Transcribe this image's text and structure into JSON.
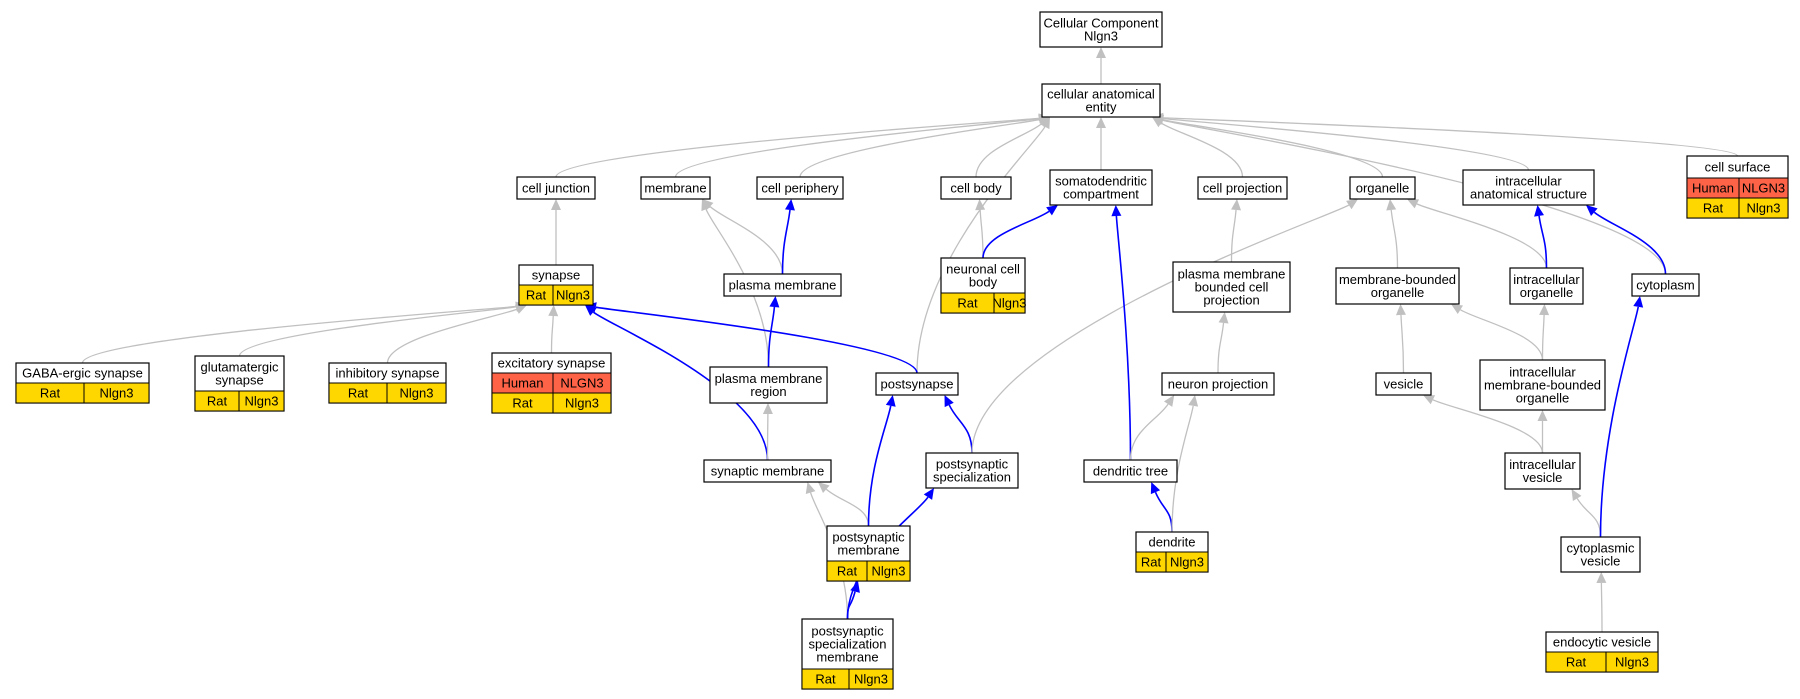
{
  "nodes": {
    "cellular_component": {
      "lines": [
        "Cellular Component",
        "Nlgn3"
      ]
    },
    "cae": {
      "lines": [
        "cellular anatomical",
        "entity"
      ]
    },
    "cell_junction": {
      "lines": [
        "cell junction"
      ]
    },
    "membrane": {
      "lines": [
        "membrane"
      ]
    },
    "cell_periphery": {
      "lines": [
        "cell periphery"
      ]
    },
    "cell_body": {
      "lines": [
        "cell body"
      ]
    },
    "somatodendritic": {
      "lines": [
        "somatodendritic",
        "compartment"
      ]
    },
    "cell_projection": {
      "lines": [
        "cell projection"
      ]
    },
    "organelle": {
      "lines": [
        "organelle"
      ]
    },
    "intracellular_anat": {
      "lines": [
        "intracellular",
        "anatomical structure"
      ]
    },
    "cell_surface": {
      "lines": [
        "cell surface"
      ],
      "rows": [
        [
          "Human",
          "NLGN3"
        ],
        [
          "Rat",
          "Nlgn3"
        ]
      ]
    },
    "synapse": {
      "lines": [
        "synapse"
      ],
      "rows": [
        [
          "Rat",
          "Nlgn3"
        ]
      ]
    },
    "plasma_membrane": {
      "lines": [
        "plasma membrane"
      ]
    },
    "neuronal_cell_body": {
      "lines": [
        "neuronal cell",
        "body"
      ],
      "rows": [
        [
          "Rat",
          "Nlgn3"
        ]
      ]
    },
    "pm_bounded_projection": {
      "lines": [
        "plasma membrane",
        "bounded cell",
        "projection"
      ]
    },
    "membrane_bounded_organelle": {
      "lines": [
        "membrane-bounded",
        "organelle"
      ]
    },
    "intracellular_organelle": {
      "lines": [
        "intracellular",
        "organelle"
      ]
    },
    "cytoplasm": {
      "lines": [
        "cytoplasm"
      ]
    },
    "gaba_synapse": {
      "lines": [
        "GABA-ergic synapse"
      ],
      "rows": [
        [
          "Rat",
          "Nlgn3"
        ]
      ]
    },
    "glutamatergic_synapse": {
      "lines": [
        "glutamatergic",
        "synapse"
      ],
      "rows": [
        [
          "Rat",
          "Nlgn3"
        ]
      ]
    },
    "inhibitory_synapse": {
      "lines": [
        "inhibitory synapse"
      ],
      "rows": [
        [
          "Rat",
          "Nlgn3"
        ]
      ]
    },
    "excitatory_synapse": {
      "lines": [
        "excitatory synapse"
      ],
      "rows": [
        [
          "Human",
          "NLGN3"
        ],
        [
          "Rat",
          "Nlgn3"
        ]
      ]
    },
    "pm_region": {
      "lines": [
        "plasma membrane",
        "region"
      ]
    },
    "postsynapse": {
      "lines": [
        "postsynapse"
      ]
    },
    "neuron_projection": {
      "lines": [
        "neuron projection"
      ]
    },
    "vesicle": {
      "lines": [
        "vesicle"
      ]
    },
    "intracellular_mbo": {
      "lines": [
        "intracellular",
        "membrane-bounded",
        "organelle"
      ]
    },
    "synaptic_membrane": {
      "lines": [
        "synaptic membrane"
      ]
    },
    "postsynaptic_specialization": {
      "lines": [
        "postsynaptic",
        "specialization"
      ]
    },
    "dendritic_tree": {
      "lines": [
        "dendritic tree"
      ]
    },
    "intracellular_vesicle": {
      "lines": [
        "intracellular",
        "vesicle"
      ]
    },
    "postsynaptic_membrane": {
      "lines": [
        "postsynaptic",
        "membrane"
      ],
      "rows": [
        [
          "Rat",
          "Nlgn3"
        ]
      ]
    },
    "dendrite": {
      "lines": [
        "dendrite"
      ],
      "rows": [
        [
          "Rat",
          "Nlgn3"
        ]
      ]
    },
    "cytoplasmic_vesicle": {
      "lines": [
        "cytoplasmic",
        "vesicle"
      ]
    },
    "psd_membrane": {
      "lines": [
        "postsynaptic",
        "specialization",
        "membrane"
      ],
      "rows": [
        [
          "Rat",
          "Nlgn3"
        ]
      ]
    },
    "endocytic_vesicle": {
      "lines": [
        "endocytic vesicle"
      ],
      "rows": [
        [
          "Rat",
          "Nlgn3"
        ]
      ]
    }
  },
  "edges": [
    {
      "from": "cae",
      "to": "cellular_component",
      "color": "gray"
    },
    {
      "from": "cell_junction",
      "to": "cae",
      "color": "gray"
    },
    {
      "from": "membrane",
      "to": "cae",
      "color": "gray"
    },
    {
      "from": "cell_periphery",
      "to": "cae",
      "color": "gray"
    },
    {
      "from": "cell_body",
      "to": "cae",
      "color": "gray"
    },
    {
      "from": "somatodendritic",
      "to": "cae",
      "color": "gray"
    },
    {
      "from": "cell_projection",
      "to": "cae",
      "color": "gray"
    },
    {
      "from": "organelle",
      "to": "cae",
      "color": "gray"
    },
    {
      "from": "intracellular_anat",
      "to": "cae",
      "color": "gray"
    },
    {
      "from": "cell_surface",
      "to": "cae",
      "color": "gray"
    },
    {
      "from": "cytoplasm",
      "to": "cae",
      "color": "gray"
    },
    {
      "from": "postsynapse",
      "to": "cae",
      "color": "gray"
    },
    {
      "from": "synapse",
      "to": "cell_junction",
      "color": "gray"
    },
    {
      "from": "plasma_membrane",
      "to": "membrane",
      "color": "gray"
    },
    {
      "from": "plasma_membrane",
      "to": "cell_periphery",
      "color": "blue"
    },
    {
      "from": "neuronal_cell_body",
      "to": "cell_body",
      "color": "gray"
    },
    {
      "from": "neuronal_cell_body",
      "to": "somatodendritic",
      "color": "blue"
    },
    {
      "from": "pm_bounded_projection",
      "to": "cell_projection",
      "color": "gray"
    },
    {
      "from": "membrane_bounded_organelle",
      "to": "organelle",
      "color": "gray"
    },
    {
      "from": "intracellular_organelle",
      "to": "organelle",
      "color": "gray"
    },
    {
      "from": "intracellular_organelle",
      "to": "intracellular_anat",
      "color": "blue"
    },
    {
      "from": "cytoplasm",
      "to": "intracellular_anat",
      "color": "blue"
    },
    {
      "from": "gaba_synapse",
      "to": "synapse",
      "color": "gray"
    },
    {
      "from": "glutamatergic_synapse",
      "to": "synapse",
      "color": "gray"
    },
    {
      "from": "inhibitory_synapse",
      "to": "synapse",
      "color": "gray"
    },
    {
      "from": "excitatory_synapse",
      "to": "synapse",
      "color": "gray"
    },
    {
      "from": "pm_region",
      "to": "membrane",
      "color": "gray"
    },
    {
      "from": "pm_region",
      "to": "plasma_membrane",
      "color": "blue"
    },
    {
      "from": "postsynapse",
      "to": "synapse",
      "color": "blue"
    },
    {
      "from": "synaptic_membrane",
      "to": "synapse",
      "color": "blue"
    },
    {
      "from": "neuron_projection",
      "to": "pm_bounded_projection",
      "color": "gray"
    },
    {
      "from": "vesicle",
      "to": "membrane_bounded_organelle",
      "color": "gray"
    },
    {
      "from": "intracellular_mbo",
      "to": "membrane_bounded_organelle",
      "color": "gray"
    },
    {
      "from": "intracellular_mbo",
      "to": "intracellular_organelle",
      "color": "gray"
    },
    {
      "from": "synaptic_membrane",
      "to": "pm_region",
      "color": "gray"
    },
    {
      "from": "postsynaptic_specialization",
      "to": "postsynapse",
      "color": "blue"
    },
    {
      "from": "postsynaptic_specialization",
      "to": "organelle",
      "color": "gray"
    },
    {
      "from": "dendritic_tree",
      "to": "somatodendritic",
      "color": "blue"
    },
    {
      "from": "dendritic_tree",
      "to": "neuron_projection",
      "color": "gray"
    },
    {
      "from": "intracellular_vesicle",
      "to": "vesicle",
      "color": "gray"
    },
    {
      "from": "intracellular_vesicle",
      "to": "intracellular_mbo",
      "color": "gray"
    },
    {
      "from": "postsynaptic_membrane",
      "to": "synaptic_membrane",
      "color": "gray"
    },
    {
      "from": "postsynaptic_membrane",
      "to": "postsynapse",
      "color": "blue"
    },
    {
      "from": "dendrite",
      "to": "dendritic_tree",
      "color": "blue"
    },
    {
      "from": "dendrite",
      "to": "neuron_projection",
      "color": "gray"
    },
    {
      "from": "cytoplasmic_vesicle",
      "to": "intracellular_vesicle",
      "color": "gray"
    },
    {
      "from": "cytoplasmic_vesicle",
      "to": "cytoplasm",
      "color": "blue"
    },
    {
      "from": "psd_membrane",
      "to": "synaptic_membrane",
      "color": "gray"
    },
    {
      "from": "psd_membrane",
      "to": "postsynaptic_membrane",
      "color": "blue"
    },
    {
      "from": "psd_membrane",
      "to": "postsynaptic_specialization",
      "color": "blue"
    },
    {
      "from": "endocytic_vesicle",
      "to": "cytoplasmic_vesicle",
      "color": "gray"
    }
  ]
}
